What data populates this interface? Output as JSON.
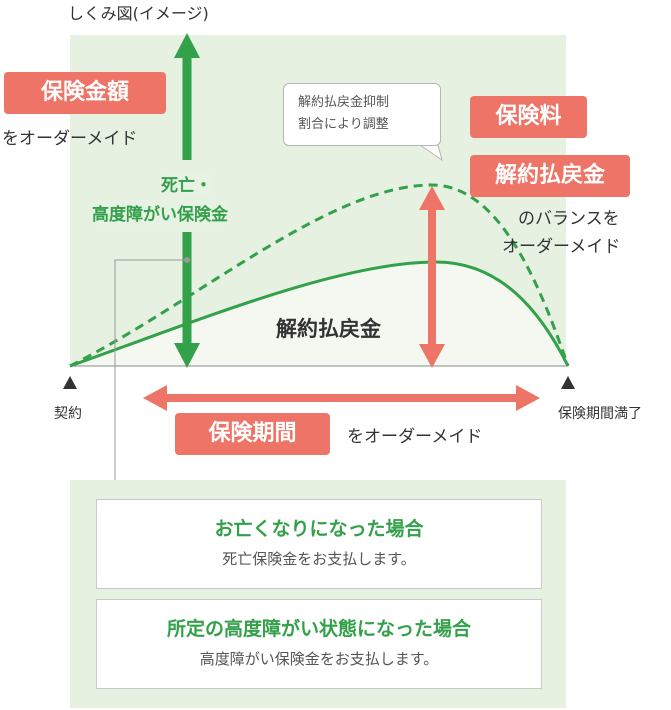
{
  "title": "しくみ図(イメージ)",
  "sum_insured": {
    "badge": "保険金額",
    "caption": "をオーダーメイド"
  },
  "death_benefit": {
    "line1": "死亡・",
    "line2": "高度障がい保険金"
  },
  "callout": {
    "line1": "解約払戻金抑制",
    "line2": "割合により調整"
  },
  "premium": {
    "badge": "保険料"
  },
  "surrender": {
    "badge": "解約払戻金",
    "caption_line1": "のバランスを",
    "caption_line2": "オーダーメイド"
  },
  "curve_label": "解約払戻金",
  "period": {
    "badge": "保険期間",
    "caption": "をオーダーメイド"
  },
  "axis": {
    "start": "契約",
    "end": "保険期間満了"
  },
  "cases": [
    {
      "title": "お亡くなりになった場合",
      "description": "死亡保険金をお支払します。"
    },
    {
      "title": "所定の高度障がい状態になった場合",
      "description": "高度障がい保険金をお支払します。"
    }
  ],
  "colors": {
    "panel_green": "#e6f1e1",
    "accent_green": "#33a04a",
    "accent_red": "#ef7468",
    "under_curve": "#f4f8f1"
  },
  "icons": [
    "up-down-arrow-icon",
    "left-right-arrow-icon",
    "triangle-marker-icon"
  ]
}
